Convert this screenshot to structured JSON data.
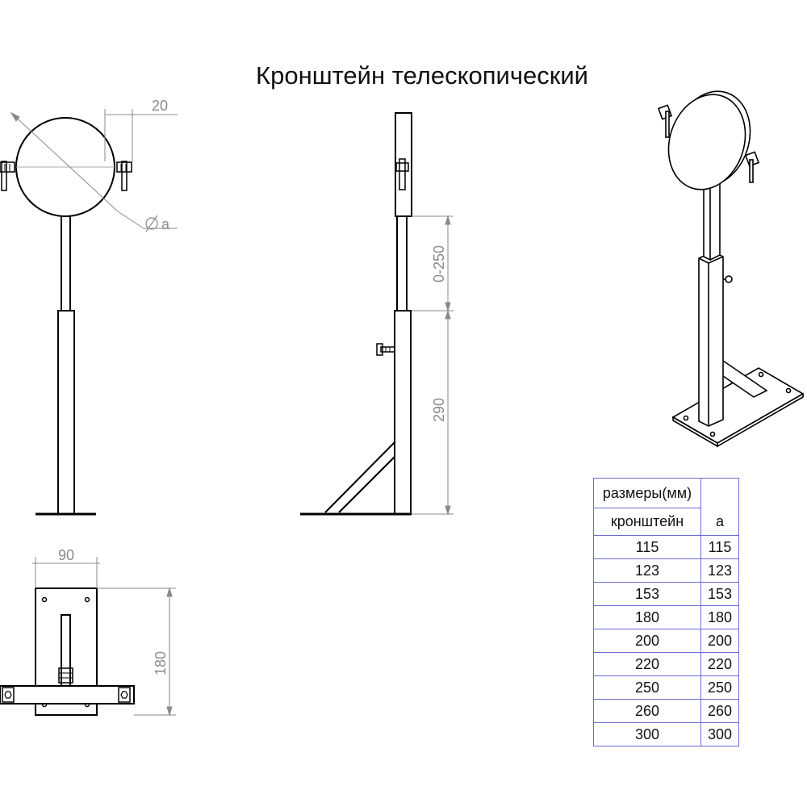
{
  "title": "Кронштейн телескопический",
  "dimensions": {
    "ring_gap": "20",
    "diameter_label": "a",
    "telescopic_range": "0-250",
    "lower_height": "290",
    "base_width": "90",
    "base_length": "180"
  },
  "table": {
    "header_col1_row1": "размеры(мм)",
    "header_col1_row2": "кронштейн",
    "header_col2": "a",
    "rows": [
      [
        "115",
        "115"
      ],
      [
        "123",
        "123"
      ],
      [
        "153",
        "153"
      ],
      [
        "180",
        "180"
      ],
      [
        "200",
        "200"
      ],
      [
        "220",
        "220"
      ],
      [
        "250",
        "250"
      ],
      [
        "260",
        "260"
      ],
      [
        "300",
        "300"
      ]
    ]
  }
}
